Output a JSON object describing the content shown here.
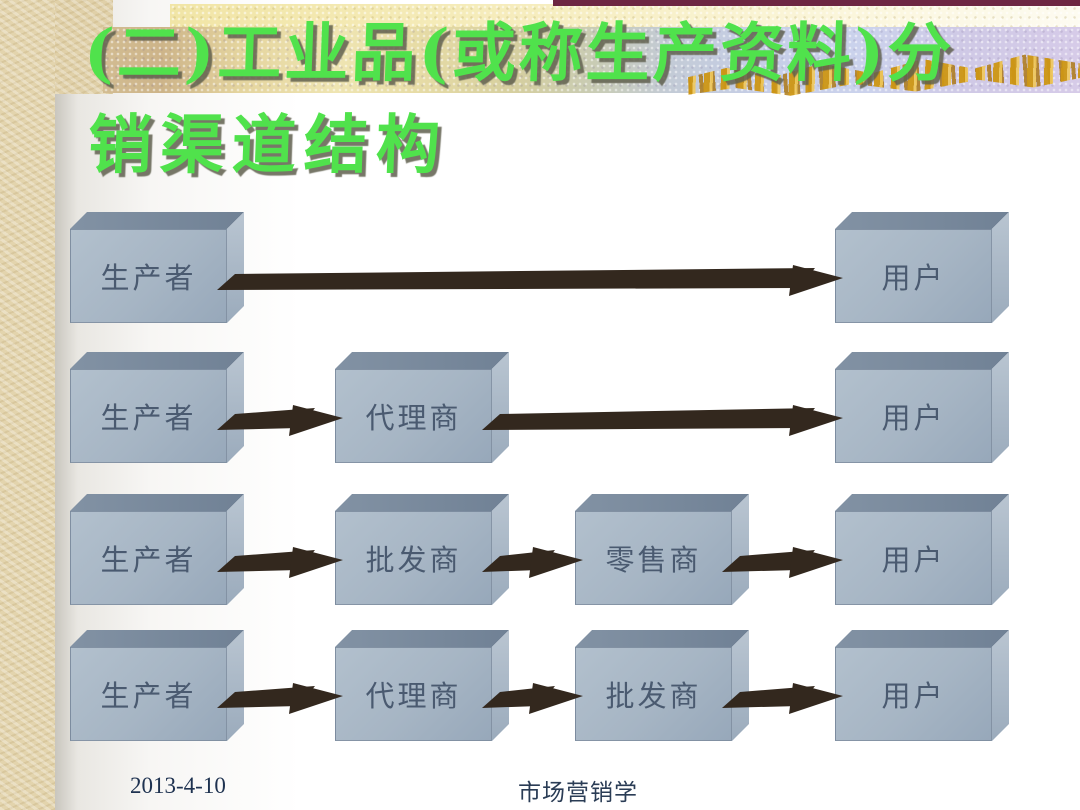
{
  "slide": {
    "title": {
      "line1": "(二)工业品(或称生产资料)分",
      "line2": "销渠道结构",
      "color": "#50e24c"
    },
    "footer": {
      "date": "2013-4-10",
      "course_label": "市场营销学"
    }
  },
  "diagram": {
    "description": "Industrial goods distribution channel structures: four channel levels from producer to user",
    "rows": [
      {
        "nodes": [
          {
            "label": "生产者",
            "col": 0
          },
          {
            "label": "用户",
            "col": 3
          }
        ]
      },
      {
        "nodes": [
          {
            "label": "生产者",
            "col": 0
          },
          {
            "label": "代理商",
            "col": 1
          },
          {
            "label": "用户",
            "col": 3
          }
        ]
      },
      {
        "nodes": [
          {
            "label": "生产者",
            "col": 0
          },
          {
            "label": "批发商",
            "col": 1
          },
          {
            "label": "零售商",
            "col": 2
          },
          {
            "label": "用户",
            "col": 3
          }
        ]
      },
      {
        "nodes": [
          {
            "label": "生产者",
            "col": 0
          },
          {
            "label": "代理商",
            "col": 1
          },
          {
            "label": "批发商",
            "col": 2
          },
          {
            "label": "用户",
            "col": 3
          }
        ]
      }
    ],
    "colors": {
      "box_front": "#a6b5c4",
      "box_top": "#76879a",
      "box_side": "#b3c0cd",
      "box_text": "#4a5a70",
      "arrow": "#33281e"
    }
  }
}
